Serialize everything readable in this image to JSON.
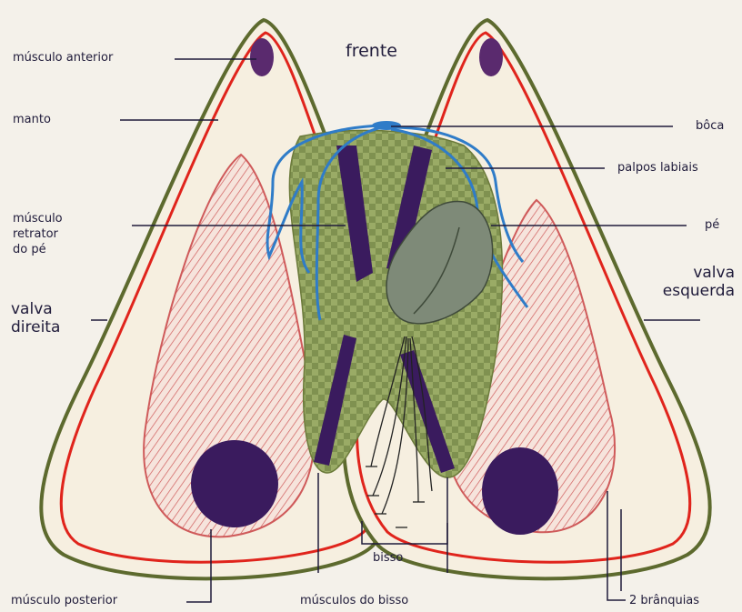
{
  "labels": {
    "musculo_anterior": "músculo anterior",
    "manto": "manto",
    "musculo_retrator": "músculo\nretrator\ndo pé",
    "valva_direita": "valva\ndireita",
    "musculo_posterior": "músculo posterior",
    "frente": "frente",
    "boca": "bôca",
    "palpos_labiais": "palpos labiais",
    "pe": "pé",
    "valva_esquerda": "valva\nesquerda",
    "bisso": "bisso",
    "musculos_do_bisso": "músculos do bisso",
    "branquias": "2 brânquias"
  },
  "colors": {
    "shell_fill": "#f6efe0",
    "shell_edge": "#5d6a2e",
    "mantle_red": "#e0241c",
    "gill_red": "#d44a4a",
    "gill_fill": "#f3d9d2",
    "body_green": "#8fa25c",
    "muscle_purple": "#3a1b5e",
    "palp_blue": "#2f7cc8",
    "foot_gray": "#7e8a78"
  }
}
